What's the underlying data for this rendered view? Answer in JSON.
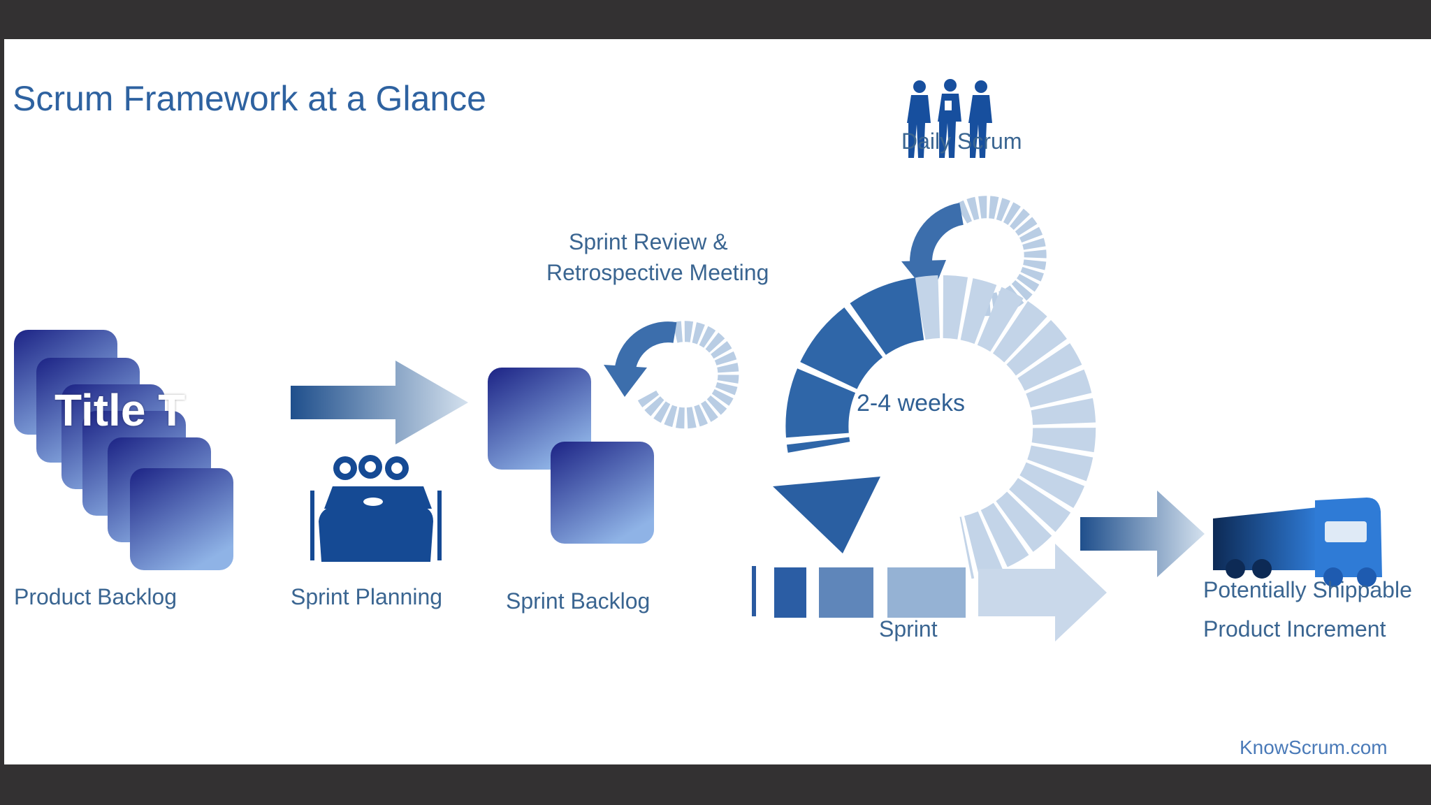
{
  "slide": {
    "title": "Scrum Framework at a Glance",
    "overlay_text": "Title T"
  },
  "labels": {
    "product_backlog": "Product Backlog",
    "sprint_planning": "Sprint Planning",
    "sprint_backlog": "Sprint Backlog",
    "review_line1": "Sprint Review &",
    "review_line2": "Retrospective Meeting",
    "daily_scrum": "Daily Scrum",
    "duration": "2-4 weeks",
    "sprint": "Sprint",
    "increment_line1": "Potentially Shippable",
    "increment_line2": "Product Increment",
    "credit": "KnowScrum.com"
  },
  "colors": {
    "dark_blue": "#1f2a8a",
    "mid_blue": "#3b6fb0",
    "light_blue": "#b8cbe2",
    "frame": "#333132"
  }
}
